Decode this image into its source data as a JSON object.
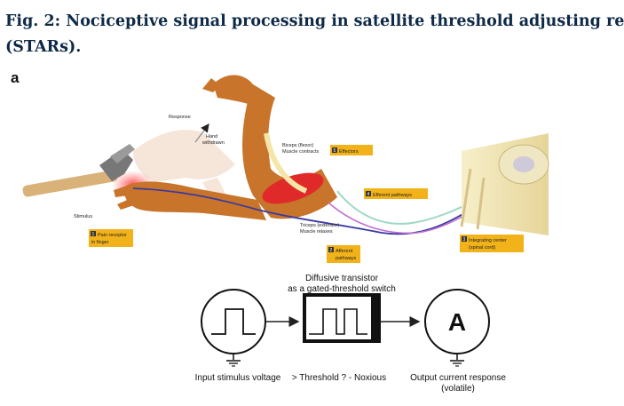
{
  "figure": {
    "title_line1": "Fig. 2: Nociceptive signal processing in satellite threshold adjusting re",
    "title_line2": "(STARs).",
    "panel": "a"
  },
  "arm_diagram": {
    "response": "Response",
    "hand_withdrawn": [
      "Hand",
      "withdrawn"
    ],
    "stimulus": "Stimulus",
    "biceps": [
      "Biceps (flexor)",
      "Muscle contracts"
    ],
    "triceps": [
      "Triceps (extensor)",
      "Muscle relaxes"
    ],
    "steps": [
      {
        "num": "1",
        "lines": [
          "Pain receptor",
          "in finger"
        ]
      },
      {
        "num": "2",
        "lines": [
          "Afferent",
          "pathways"
        ]
      },
      {
        "num": "3",
        "lines": [
          "Integrating center",
          "(spinal cord)"
        ]
      },
      {
        "num": "4",
        "lines": [
          "Efferent pathways"
        ]
      },
      {
        "num": "5",
        "lines": [
          "Effectors"
        ]
      }
    ]
  },
  "circuit": {
    "transistor_label": [
      "Diffusive transistor",
      "as a gated-threshold switch"
    ],
    "input_label": "Input stimulus voltage",
    "threshold_label": "> Threshold ? - Noxious",
    "output_label": [
      "Output current response",
      "(volatile)"
    ],
    "ammeter_symbol": "A"
  },
  "colors": {
    "title": "#0e2a47",
    "skin": "#c8742a",
    "muscle": "#e02a2a",
    "afferent": "#3a3aa0",
    "efferent": "#9fd8c8",
    "badge": "#f2b21a"
  }
}
